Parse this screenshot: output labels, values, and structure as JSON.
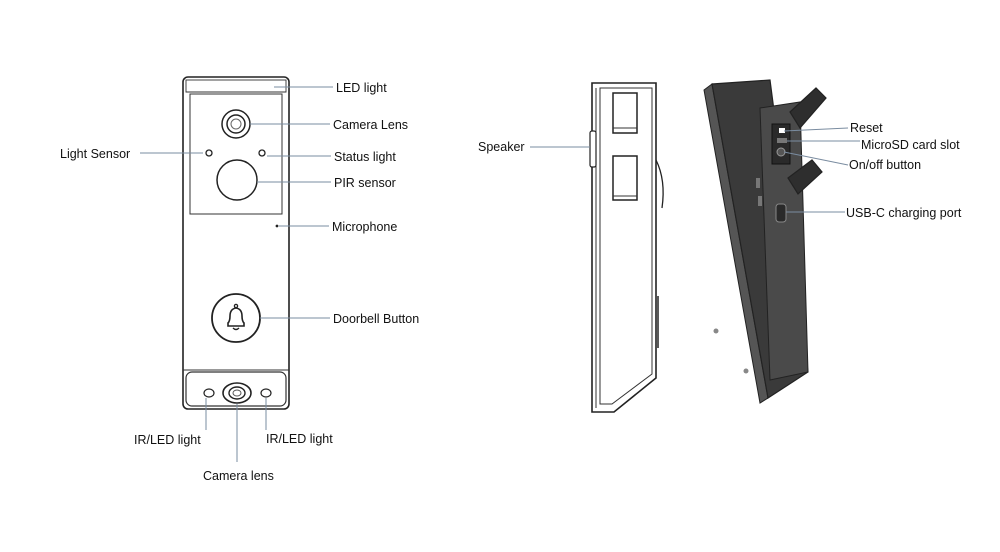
{
  "front_view": {
    "labels": {
      "led_light": "LED light",
      "camera_lens_top": "Camera Lens",
      "light_sensor": "Light Sensor",
      "status_light": "Status light",
      "pir_sensor": "PIR sensor",
      "microphone": "Microphone",
      "doorbell_button": "Doorbell Button",
      "ir_led_left": "IR/LED light",
      "ir_led_right": "IR/LED light",
      "camera_lens_bottom": "Camera lens"
    }
  },
  "side_view": {
    "labels": {
      "speaker": "Speaker"
    }
  },
  "back_view": {
    "labels": {
      "reset": "Reset",
      "microsd_slot": "MicroSD card slot",
      "on_off_button": "On/off button",
      "usbc_port": "USB-C charging port"
    }
  },
  "colors": {
    "outline": "#222222",
    "leader_line": "#7a8ca0",
    "device_body_dark": "#3a3a3a",
    "device_face_dark": "#555555"
  }
}
